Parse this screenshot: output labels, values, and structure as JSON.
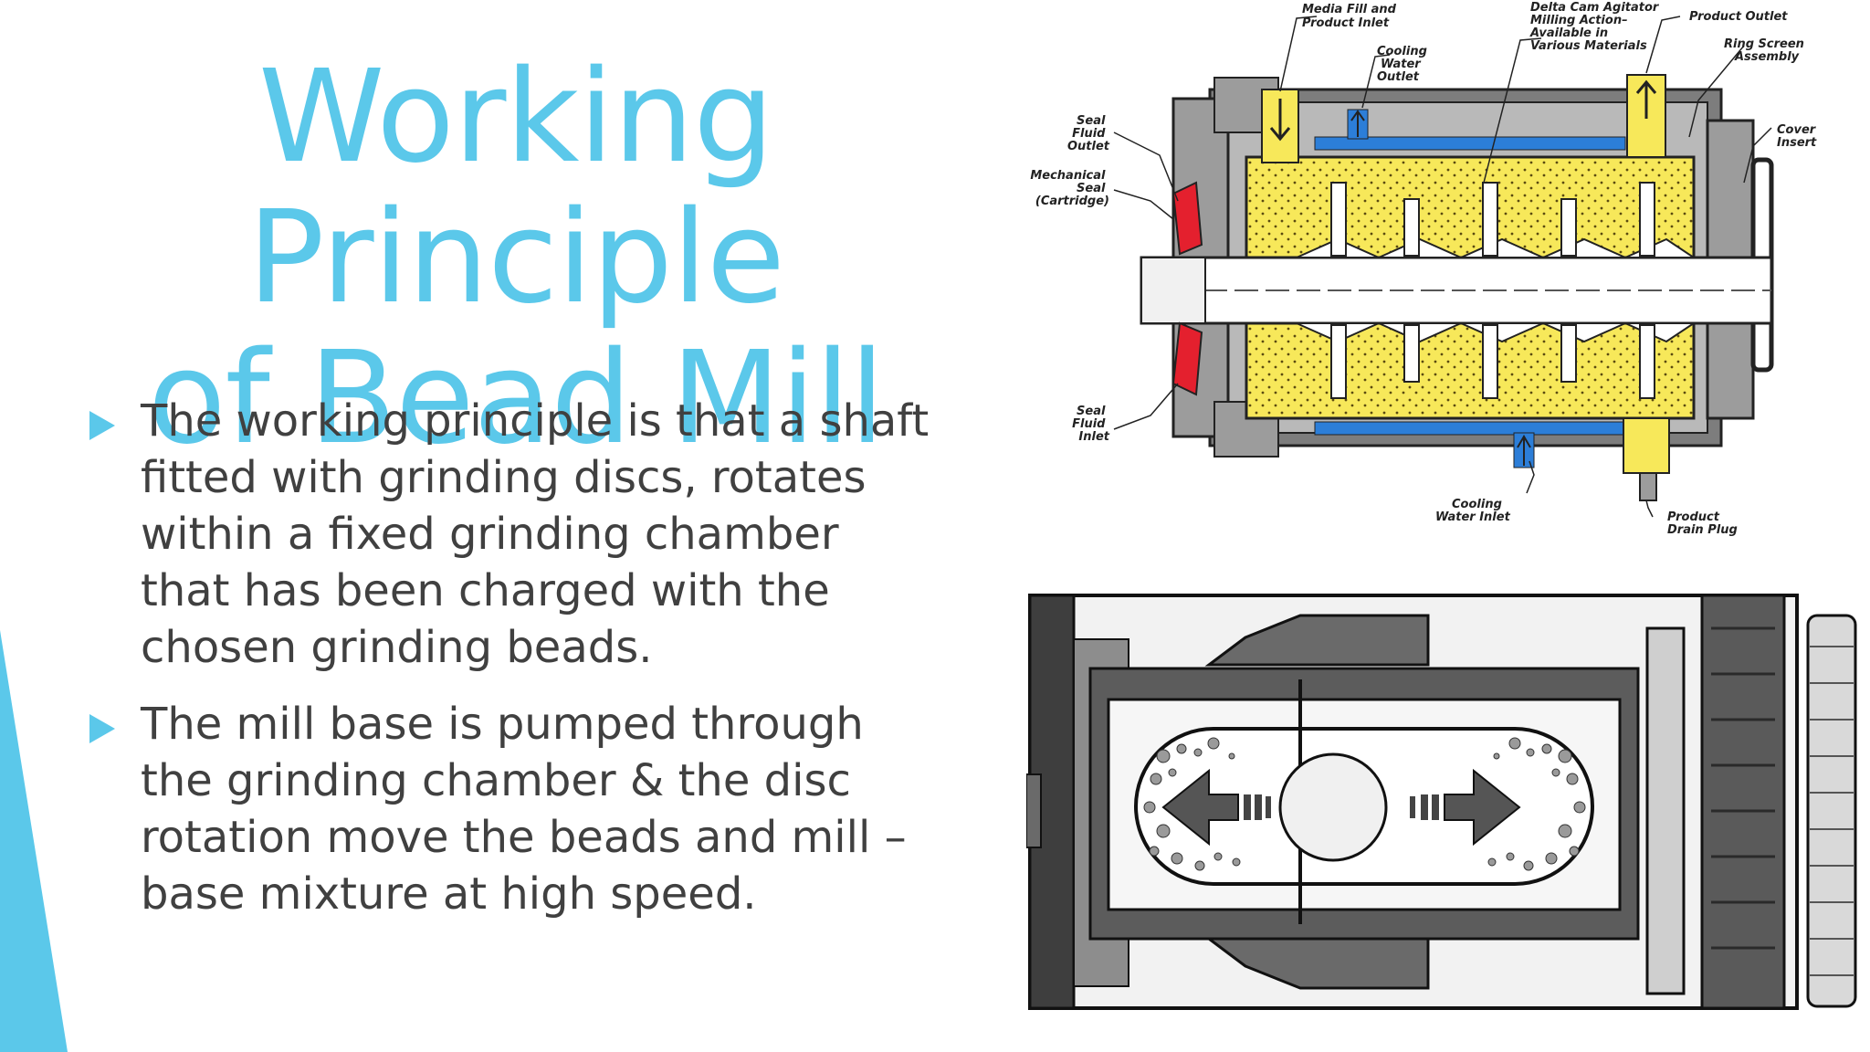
{
  "slide": {
    "title": [
      "Working Principle",
      "of Bead Mill"
    ],
    "bullets": [
      "The working principle is that a shaft fitted with grinding discs, rotates within a fixed grinding chamber that has been charged with the chosen grinding beads.",
      "The mill base is pumped through the grinding chamber & the disc rotation move the beads and mill – base mixture at high speed."
    ]
  },
  "diagram": {
    "labels": {
      "media_fill": [
        "Media Fill and",
        "Product Inlet"
      ],
      "cooling_water_outlet": [
        "Cooling",
        "Water",
        "Outlet"
      ],
      "agitator": [
        "Delta Cam Agitator",
        "Milling Action–",
        "Available in",
        "Various Materials"
      ],
      "product_outlet": "Product Outlet",
      "ring_screen": [
        "Ring Screen",
        "Assembly"
      ],
      "cover_insert": [
        "Cover",
        "Insert"
      ],
      "seal_fluid_outlet": [
        "Seal",
        "Fluid",
        "Outlet"
      ],
      "mechanical_seal": [
        "Mechanical",
        "Seal",
        "(Cartridge)"
      ],
      "seal_fluid_inlet": [
        "Seal",
        "Fluid",
        "Inlet"
      ],
      "cooling_water_inlet": [
        "Cooling",
        "Water Inlet"
      ],
      "product_drain_plug": [
        "Product",
        "Drain Plug"
      ]
    }
  },
  "colors": {
    "accent": "#5bc8ea",
    "text": "#404040",
    "chamber_yellow": "#f7e85a",
    "seal_red": "#e4202e",
    "cooling_blue": "#2c7ed8"
  }
}
